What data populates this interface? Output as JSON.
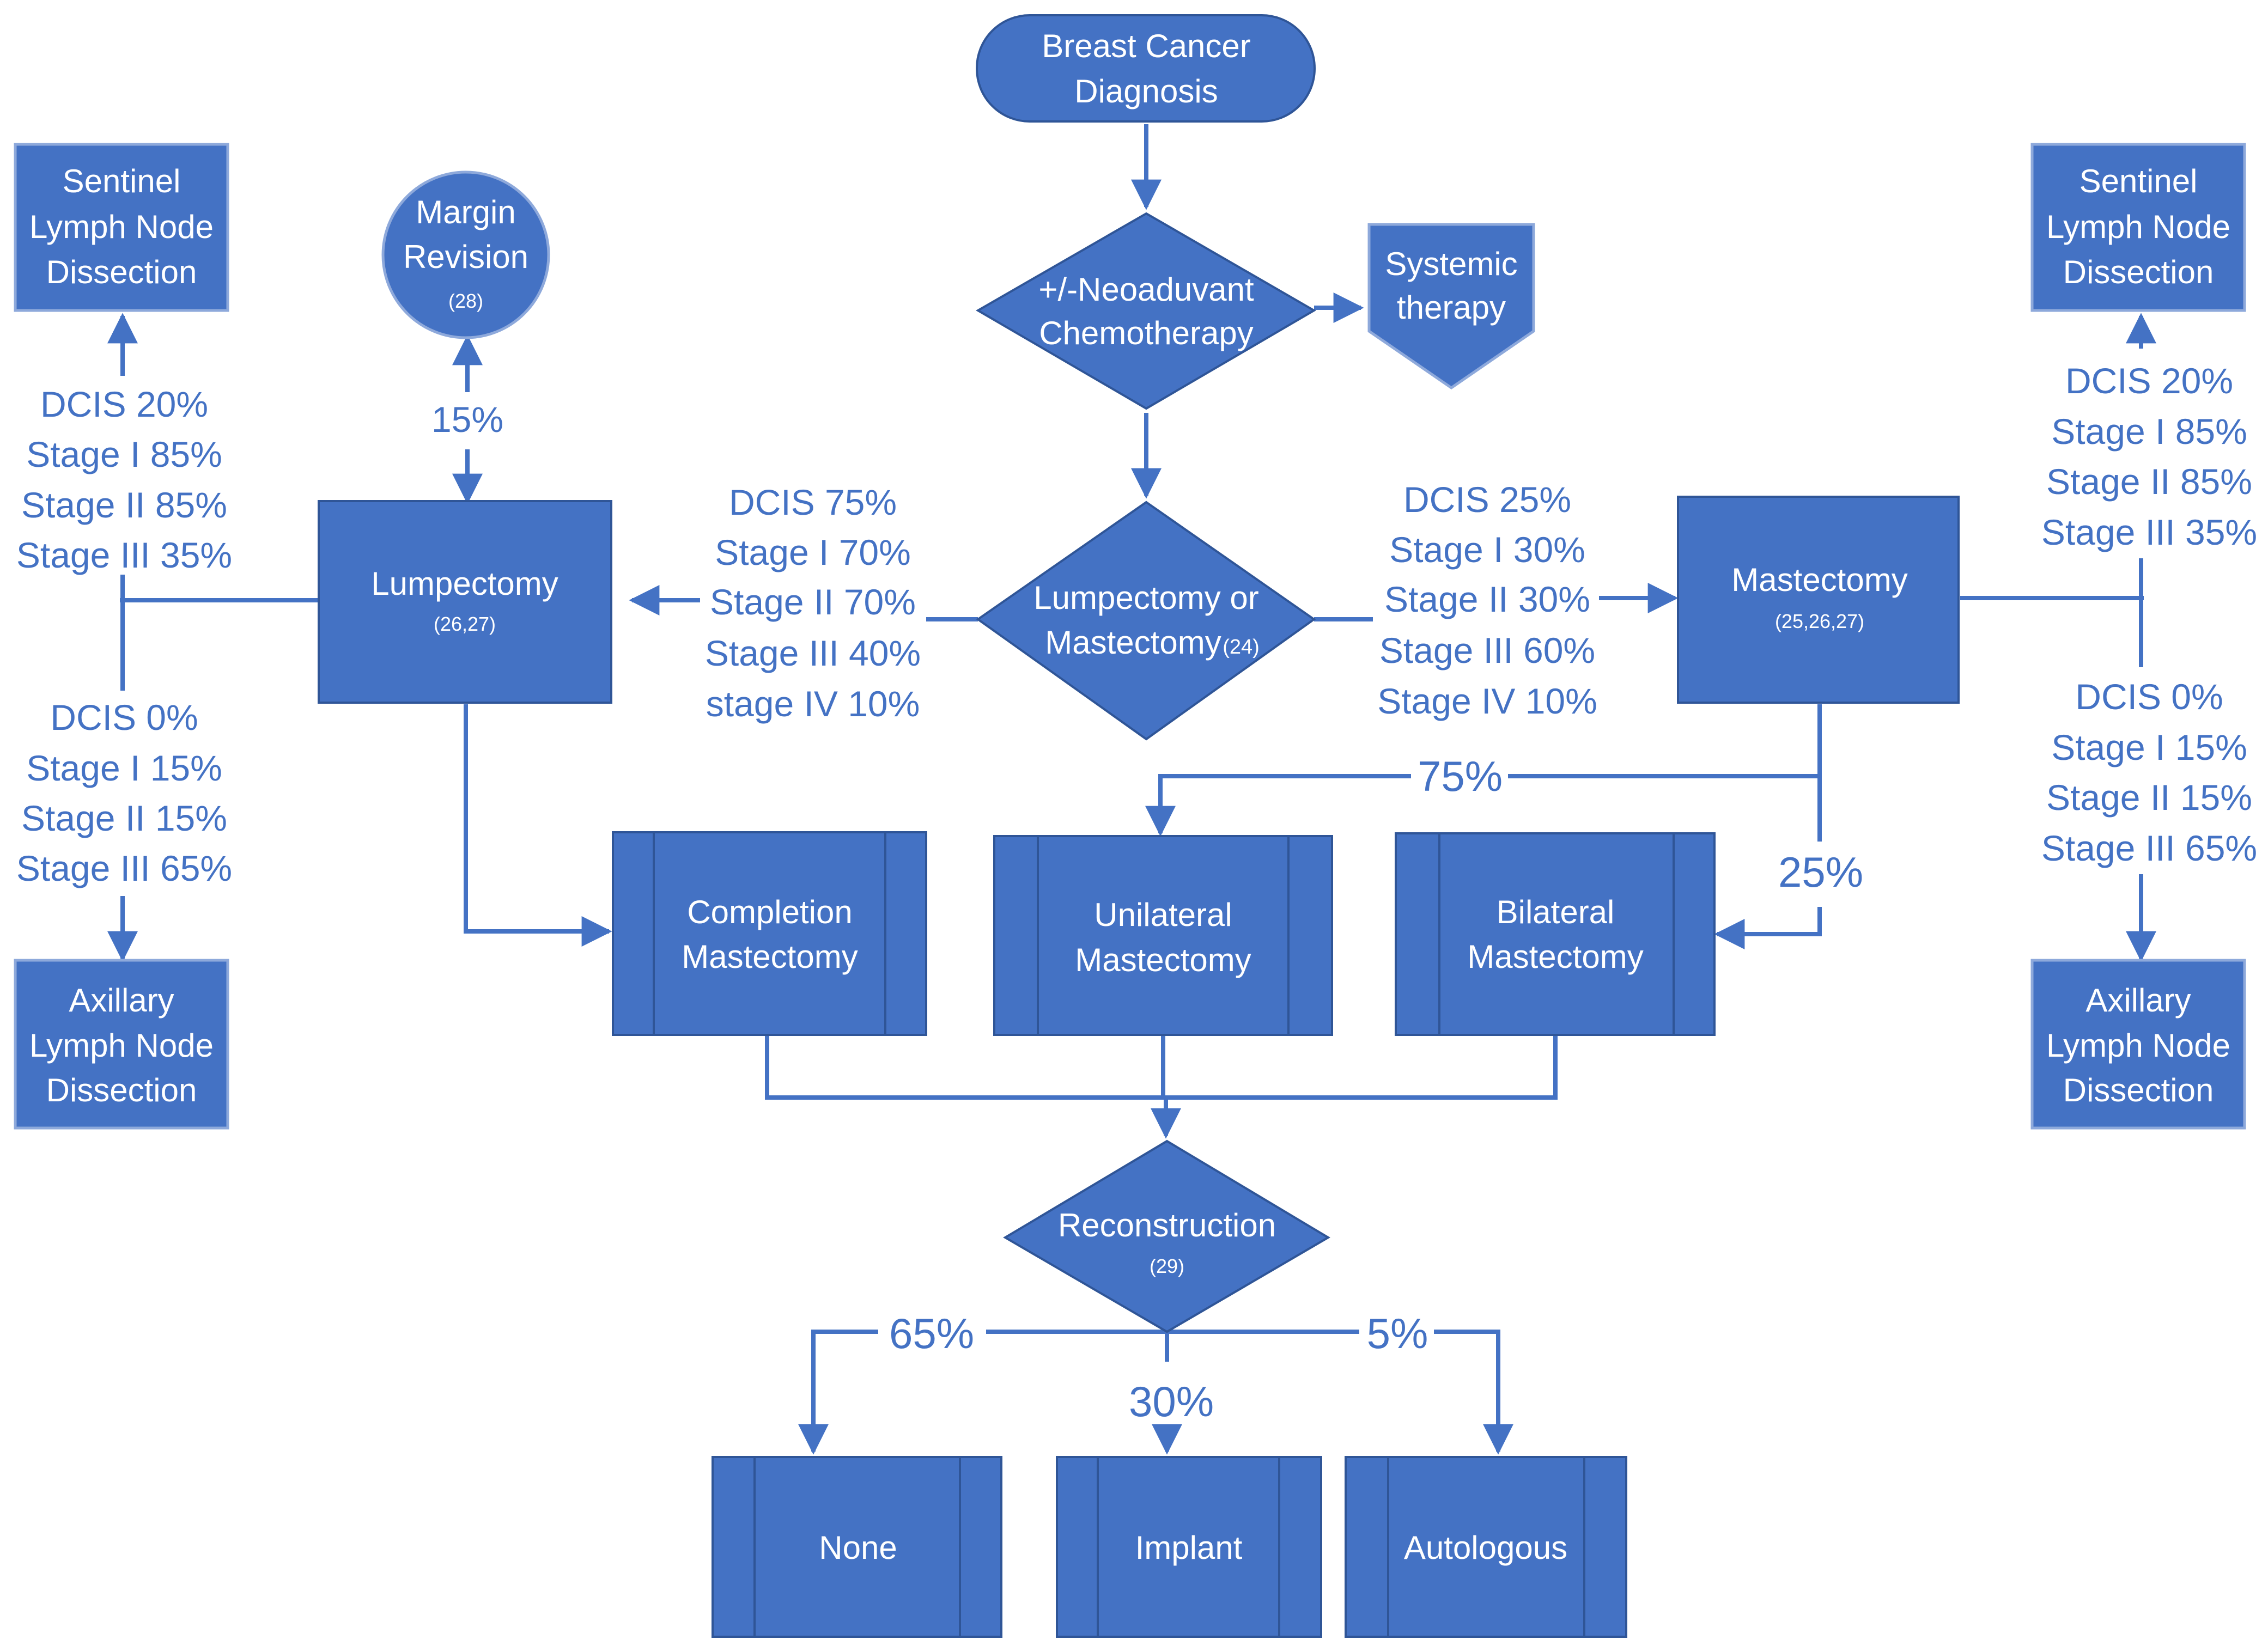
{
  "nodes": {
    "diagnosis": [
      "Breast Cancer",
      "Diagnosis"
    ],
    "neoadjuvant": [
      "+/-Neoaduvant",
      "Chemotherapy"
    ],
    "systemic": [
      "Systemic",
      "therapy"
    ],
    "decision": [
      "Lumpectomy or",
      "Mastectomy"
    ],
    "decision_ref": "(24)",
    "lumpectomy": "Lumpectomy",
    "lumpectomy_ref": "(26,27)",
    "mastectomy": "Mastectomy",
    "mastectomy_ref": "(25,26,27)",
    "margin": [
      "Margin",
      "Revision"
    ],
    "margin_ref": "(28)",
    "sentinel_left": [
      "Sentinel",
      "Lymph Node",
      "Dissection"
    ],
    "sentinel_right": [
      "Sentinel",
      "Lymph Node",
      "Dissection"
    ],
    "axillary_left": [
      "Axillary",
      "Lymph Node",
      "Dissection"
    ],
    "axillary_right": [
      "Axillary",
      "Lymph Node",
      "Dissection"
    ],
    "completion": [
      "Completion",
      "Mastectomy"
    ],
    "unilateral": [
      "Unilateral",
      "Mastectomy"
    ],
    "bilateral": [
      "Bilateral",
      "Mastectomy"
    ],
    "reconstruction": "Reconstruction",
    "reconstruction_ref": "(29)",
    "none": "None",
    "implant": "Implant",
    "autologous": "Autologous"
  },
  "labels": {
    "left_sentinel_rates": [
      "DCIS 20%",
      "Stage I 85%",
      "Stage II 85%",
      "Stage III 35%"
    ],
    "left_axillary_rates": [
      "DCIS 0%",
      "Stage I 15%",
      "Stage II 15%",
      "Stage III 65%"
    ],
    "lumpectomy_rates": [
      "DCIS 75%",
      "Stage I 70%",
      "Stage II 70%",
      "Stage III 40%",
      "stage IV 10%"
    ],
    "mastectomy_rates": [
      "DCIS 25%",
      "Stage I 30%",
      "Stage II 30%",
      "Stage III 60%",
      "Stage IV 10%"
    ],
    "right_sentinel_rates": [
      "DCIS 20%",
      "Stage I 85%",
      "Stage II 85%",
      "Stage III 35%"
    ],
    "right_axillary_rates": [
      "DCIS 0%",
      "Stage I 15%",
      "Stage II 15%",
      "Stage III 65%"
    ],
    "margin_rate": "15%",
    "unilateral_rate": "75%",
    "bilateral_rate": "25%",
    "none_rate": "65%",
    "implant_rate": "30%",
    "autologous_rate": "5%"
  },
  "colors": {
    "node_fill": "#4472C4",
    "node_border": "#2F5597",
    "edge": "#4472C4",
    "label_text": "#4472C4",
    "node_text": "#FFFFFF"
  }
}
